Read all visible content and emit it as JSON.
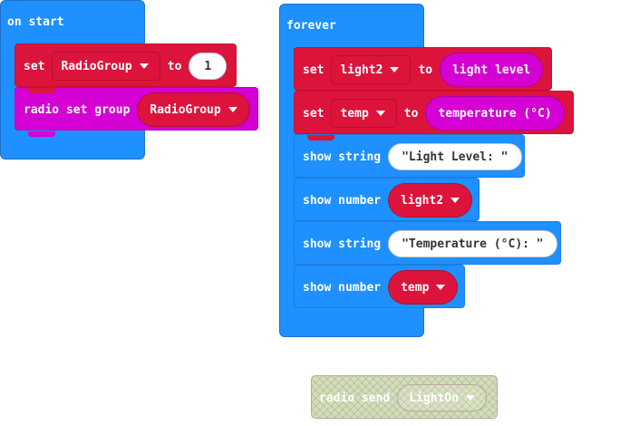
{
  "colors": {
    "loops": "#1e90ff",
    "variables": "#dc143c",
    "radio": "#d400d4",
    "input_reporter": "#d400d4"
  },
  "on_start": {
    "label": "on start",
    "set_block": {
      "keyword": "set",
      "variable": "RadioGroup",
      "to_label": "to",
      "value": "1"
    },
    "radio_group_block": {
      "keyword": "radio set group",
      "variable": "RadioGroup"
    }
  },
  "forever": {
    "label": "forever",
    "set_light": {
      "keyword": "set",
      "variable": "light2",
      "to_label": "to",
      "reporter": "light level"
    },
    "set_temp": {
      "keyword": "set",
      "variable": "temp",
      "to_label": "to",
      "reporter": "temperature (°C)"
    },
    "show_string_1": {
      "keyword": "show string",
      "text": "\"Light Level: \""
    },
    "show_number_1": {
      "keyword": "show number",
      "variable": "light2"
    },
    "show_string_2": {
      "keyword": "show string",
      "text": "\"Temperature (°C): \""
    },
    "show_number_2": {
      "keyword": "show number",
      "variable": "temp"
    }
  },
  "floating": {
    "radio_send": {
      "keyword": "radio send",
      "variable": "LightOn"
    }
  },
  "icons": {
    "dropdown": "dropdown-triangle"
  }
}
